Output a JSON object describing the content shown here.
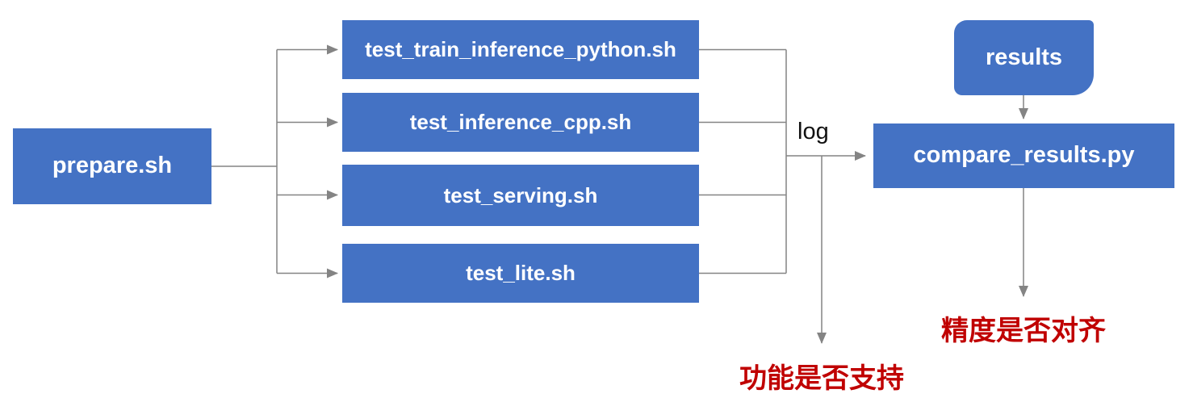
{
  "colors": {
    "node_fill": "#4472C4",
    "node_text": "#ffffff",
    "connector_line": "#848484",
    "annotation_red": "#C00000",
    "edge_label_text": "#111111",
    "background": "#ffffff"
  },
  "diagram": {
    "type": "flowchart",
    "nodes": {
      "prepare": {
        "label": "prepare.sh",
        "shape": "rectangle"
      },
      "tests": [
        {
          "label": "test_train_inference_python.sh",
          "shape": "rectangle"
        },
        {
          "label": "test_inference_cpp.sh",
          "shape": "rectangle"
        },
        {
          "label": "test_serving.sh",
          "shape": "rectangle"
        },
        {
          "label": "test_lite.sh",
          "shape": "rectangle"
        }
      ],
      "results": {
        "label": "results",
        "shape": "rounded-rectangle"
      },
      "compare": {
        "label": "compare_results.py",
        "shape": "rectangle"
      }
    },
    "edges": [
      {
        "from": "prepare.sh",
        "to": "test_train_inference_python.sh"
      },
      {
        "from": "prepare.sh",
        "to": "test_inference_cpp.sh"
      },
      {
        "from": "prepare.sh",
        "to": "test_serving.sh"
      },
      {
        "from": "prepare.sh",
        "to": "test_lite.sh"
      },
      {
        "from": "tests",
        "to": "compare_results.py",
        "label": "log"
      },
      {
        "from": "log",
        "to": "功能是否支持"
      },
      {
        "from": "results",
        "to": "compare_results.py"
      },
      {
        "from": "compare_results.py",
        "to": "精度是否对齐"
      }
    ],
    "edge_labels": {
      "log": "log"
    },
    "annotations": {
      "function_support": "功能是否支持",
      "accuracy_aligned": "精度是否对齐"
    }
  }
}
